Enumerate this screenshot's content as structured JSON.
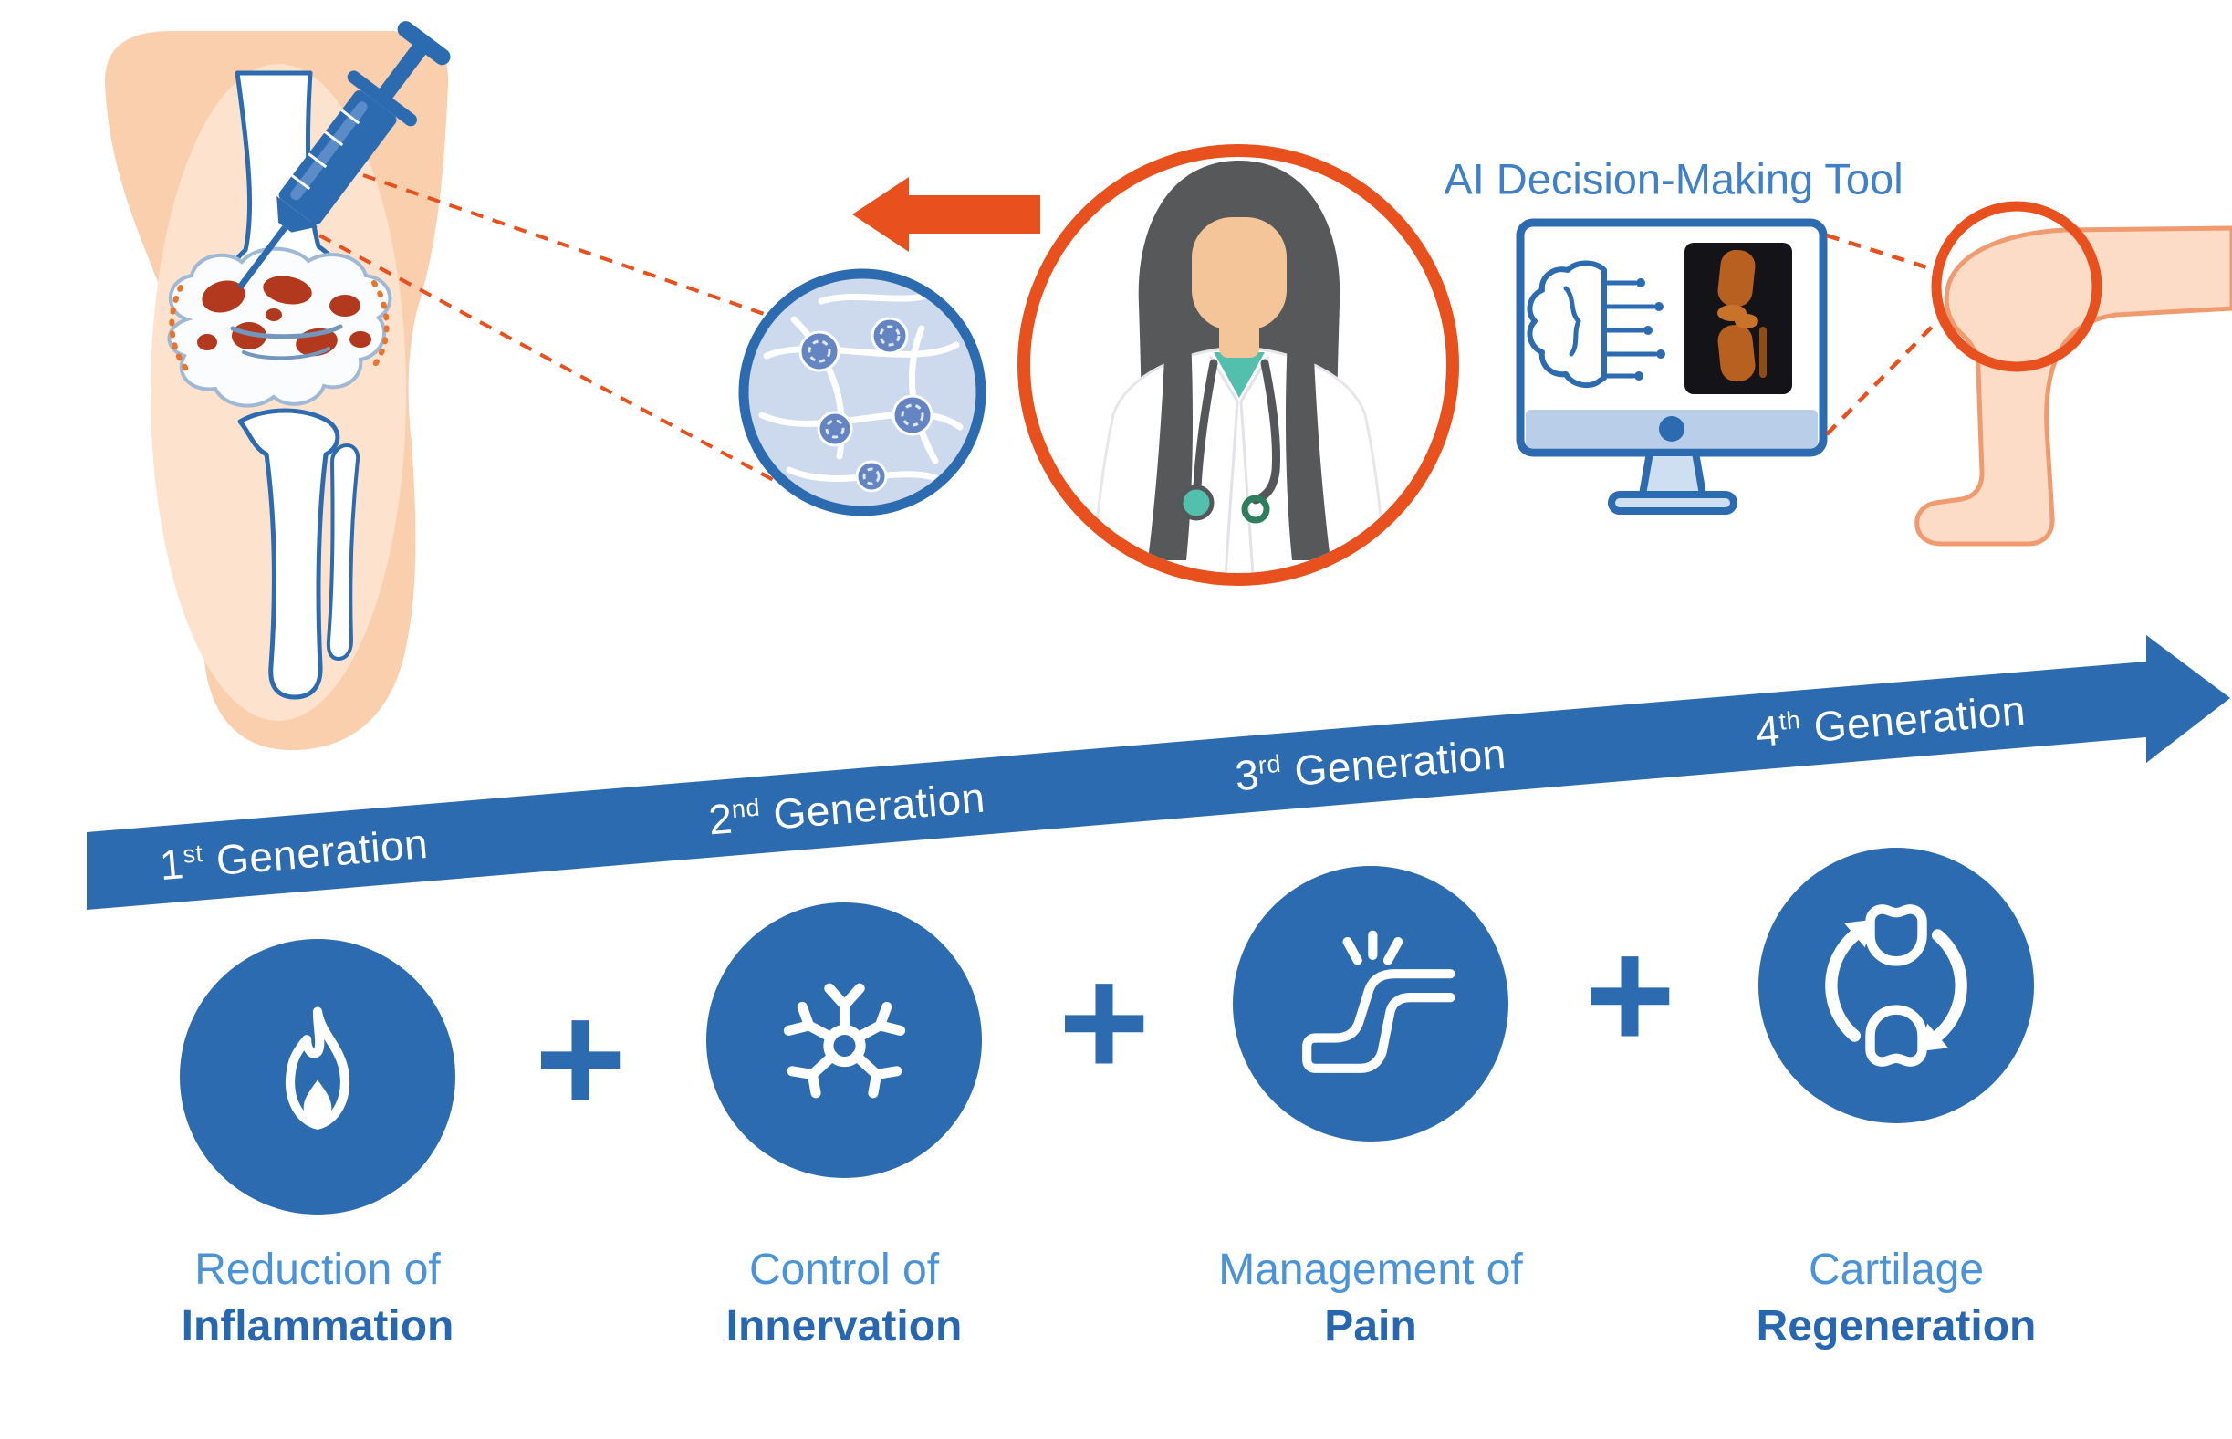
{
  "title": "Knee injection therapy generations infographic",
  "colors": {
    "blue": "#2d6bb0",
    "light_blue_text": "#4b93d9",
    "bold_blue_text": "#2766b0",
    "ai_label_blue": "#3f80c8",
    "orange": "#e8501e",
    "skin": "#f9cfae",
    "teal": "#53c0ae",
    "inflammation_red": "#b2381e"
  },
  "header": {
    "ai_tool_label": "AI Decision-Making Tool"
  },
  "timeline": {
    "generations": [
      {
        "num": "1",
        "sup": "st",
        "word": "Generation"
      },
      {
        "num": "2",
        "sup": "nd",
        "word": "Generation"
      },
      {
        "num": "3",
        "sup": "rd",
        "word": "Generation"
      },
      {
        "num": "4",
        "sup": "th",
        "word": "Generation"
      }
    ]
  },
  "plus": "+",
  "stages": [
    {
      "icon": "flame-icon",
      "line1": "Reduction of",
      "line2": "Inflammation"
    },
    {
      "icon": "neuron-icon",
      "line1": "Control of",
      "line2": "Innervation"
    },
    {
      "icon": "knee-pain-icon",
      "line1": "Management of",
      "line2": "Pain"
    },
    {
      "icon": "joint-regeneration-icon",
      "line1": "Cartilage",
      "line2": "Regeneration"
    }
  ]
}
